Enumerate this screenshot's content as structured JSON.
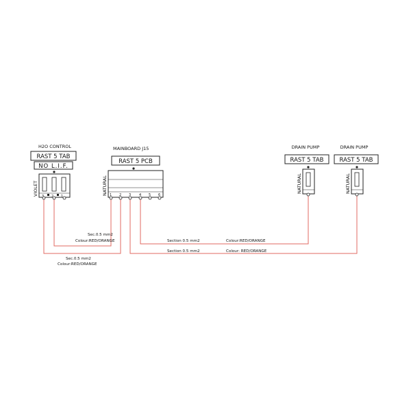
{
  "colors": {
    "wire": "#e06a60",
    "line": "#222222",
    "background": "#ffffff"
  },
  "h2o_control": {
    "title": "H2O CONTROL",
    "box_label": "RAST 5 TAB",
    "sub_label": "NO L.I.F.",
    "wire_color": "VIOLET",
    "pins": [
      "3",
      "2",
      "1"
    ]
  },
  "mainboard": {
    "title": "MAINBOARD J15",
    "box_label": "RAST 5 PCB",
    "wire_color": "NATURAL",
    "pins": [
      "1",
      "2",
      "3",
      "4",
      "5",
      "6"
    ]
  },
  "drain_pumps": [
    {
      "title": "DRAIN PUMP",
      "box_label": "RAST 5 TAB",
      "wire_color": "NATURAL"
    },
    {
      "title": "DRAIN PUMP",
      "box_label": "RAST 5 TAB",
      "wire_color": "NATURAL"
    }
  ],
  "wire_labels": {
    "a_line1": "Sec.0.5 mm2",
    "a_line2": "Colour:RED/ORANGE",
    "b_line1": "Sec.0.5 mm2",
    "b_line2": "Colour:RED/ORANGE",
    "c_section": "Section 0.5 mm2",
    "c_colour": "Colour:RED/ORANGE",
    "d_section": "Section 0.5 mm2",
    "d_colour": "Colour: RED/ORANGE"
  }
}
